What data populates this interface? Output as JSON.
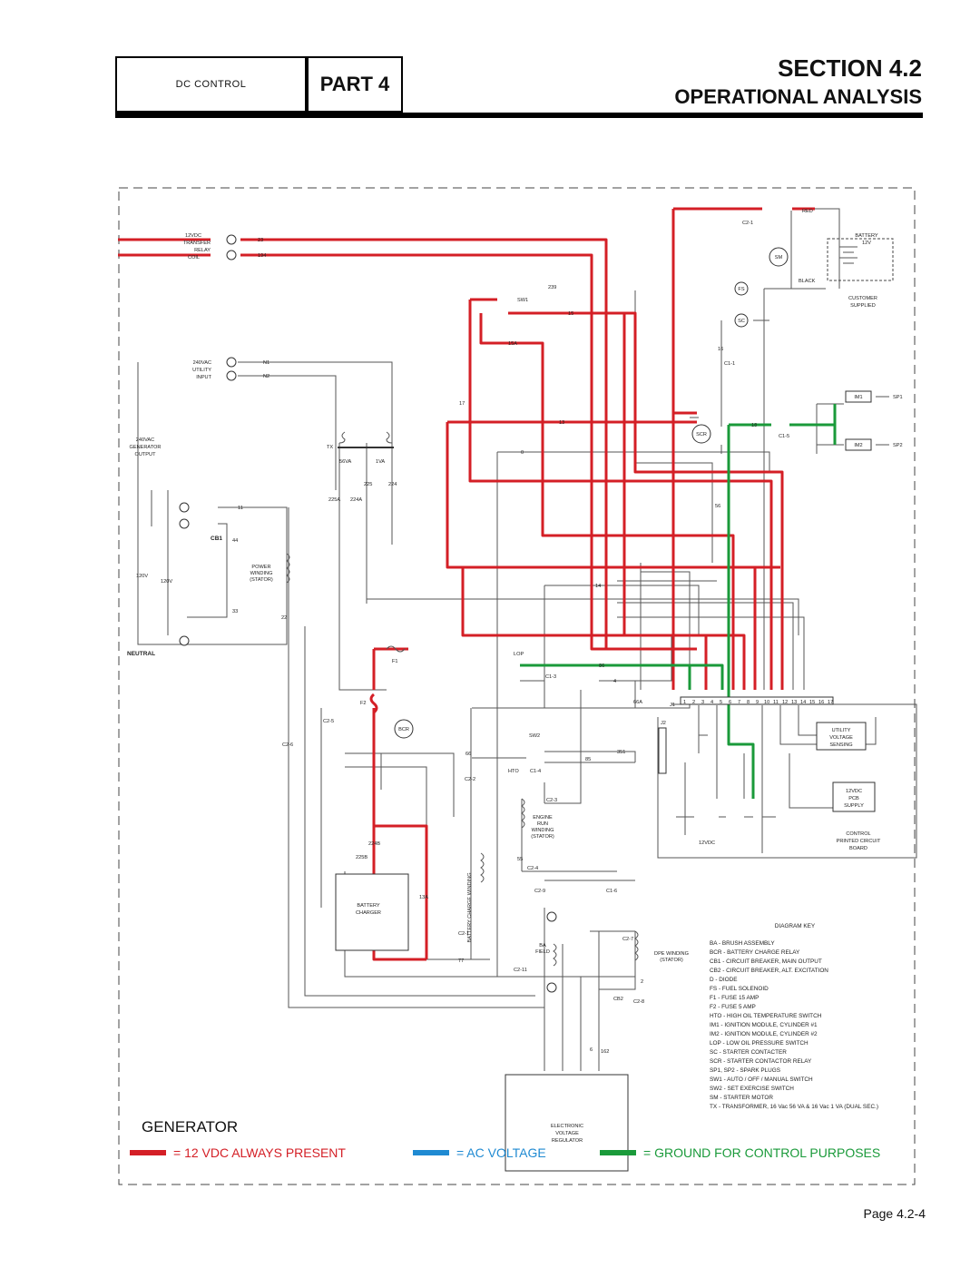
{
  "header": {
    "dc_control": "DC CONTROL",
    "part": "PART 4",
    "section": "SECTION 4.2",
    "subtitle": "OPERATIONAL ANALYSIS"
  },
  "labels": {
    "generator": "GENERATOR",
    "page": "Page 4.2-4"
  },
  "legend": [
    {
      "label": "= 12 VDC ALWAYS PRESENT",
      "color": "#d41f26"
    },
    {
      "label": "= AC VOLTAGE",
      "color": "#1f8ad2"
    },
    {
      "label": "= GROUND FOR CONTROL PURPOSES",
      "color": "#1a9a3a"
    }
  ],
  "components": {
    "transfer_relay": [
      "12VDC",
      "TRANSFER",
      "RELAY",
      "COIL"
    ],
    "utility_input": [
      "240VAC",
      "UTILITY",
      "INPUT"
    ],
    "gen_output": [
      "240VAC",
      "GENERATOR",
      "OUTPUT"
    ],
    "power_winding": [
      "POWER",
      "WINDING",
      "(STATOR)"
    ],
    "battery": [
      "BATTERY",
      "12V"
    ],
    "customer_supplied": [
      "CUSTOMER",
      "SUPPLIED"
    ],
    "battery_charger": [
      "BATTERY",
      "CHARGER"
    ],
    "engine_run": [
      "ENGINE",
      "RUN",
      "WINDING",
      "(STATOR)"
    ],
    "battery_charge_winding": "BATTERY CHARGE WINDING",
    "ba_field": [
      "BA",
      "FIELD"
    ],
    "dpe_winding": [
      "DPE WINDING",
      "(STATOR)"
    ],
    "evr": [
      "ELECTRONIC",
      "VOLTAGE",
      "REGULATOR"
    ],
    "utility_voltage_sensing": [
      "UTILITY",
      "VOLTAGE",
      "SENSING"
    ],
    "pcb_supply": [
      "12VDC",
      "PCB",
      "SUPPLY"
    ],
    "control_board": [
      "CONTROL",
      "PRINTED CIRCUIT",
      "BOARD"
    ],
    "cb1": "CB1",
    "neutral": "NEUTRAL",
    "v120_a": "120V",
    "v120_b": "120V",
    "v12dc": "12VDC",
    "transformer_56va": "56VA",
    "transformer_1va": "1VA",
    "tx": "TX",
    "lop": "LOP",
    "f1": "F1",
    "f2": "F2",
    "sw1": "SW1",
    "sw2": "SW2",
    "hto": "HTO",
    "red": "RED",
    "black": "BLACK",
    "j1": "J1",
    "j2": "J2",
    "sm": "SM",
    "fs": "FS",
    "sc": "SC",
    "scr": "SCR",
    "bcr": "BCR",
    "im1": "IM1",
    "im2": "IM2",
    "sp1": "SP1",
    "sp2": "SP2",
    "cb2": "CB2"
  },
  "diagram_key": {
    "title": "DIAGRAM KEY",
    "items": [
      "BA - BRUSH ASSEMBLY",
      "BCR - BATTERY CHARGE RELAY",
      "CB1 - CIRCUIT BREAKER, MAIN OUTPUT",
      "CB2 - CIRCUIT BREAKER, ALT. EXCITATION",
      "D - DIODE",
      "FS - FUEL SOLENOID",
      "F1 - FUSE 15 AMP",
      "F2 - FUSE 5 AMP",
      "HTO - HIGH OIL TEMPERATURE SWITCH",
      "IM1 - IGNITION MODULE, CYLINDER #1",
      "IM2 - IGNITION MODULE, CYLINDER #2",
      "LOP - LOW OIL PRESSURE SWITCH",
      "SC - STARTER CONTACTER",
      "SCR - STARTER CONTACTOR RELAY",
      "SP1, SP2 - SPARK PLUGS",
      "SW1 - AUTO / OFF / MANUAL SWITCH",
      "SW2 - SET EXERCISE SWITCH",
      "SM - STARTER MOTOR",
      "TX - TRANSFORMER, 16 Vac 56 VA & 16 Vac 1 VA (DUAL SEC.)"
    ]
  },
  "connectors": [
    "C2-1",
    "C2-2",
    "C2-3",
    "C2-4",
    "C2-5",
    "C2-6",
    "C2-7",
    "C2-8",
    "C2-9",
    "C2-10",
    "C2-11",
    "C1-1",
    "C1-3",
    "C1-4",
    "C1-5",
    "C1-6"
  ],
  "wire_labels": [
    "23",
    "194",
    "N1",
    "N2",
    "11",
    "44",
    "33",
    "22",
    "239",
    "15",
    "15A",
    "17",
    "13",
    "0",
    "14",
    "16",
    "18",
    "56",
    "224",
    "225",
    "224A",
    "225A",
    "86",
    "4",
    "66",
    "66A",
    "85",
    "351",
    "77",
    "55",
    "224B",
    "225B",
    "13A",
    "162",
    "6",
    "2",
    "12VDC",
    "1",
    "2",
    "3",
    "4",
    "5",
    "6",
    "7",
    "8",
    "9",
    "10",
    "11",
    "12",
    "13",
    "14",
    "15",
    "16",
    "17"
  ]
}
